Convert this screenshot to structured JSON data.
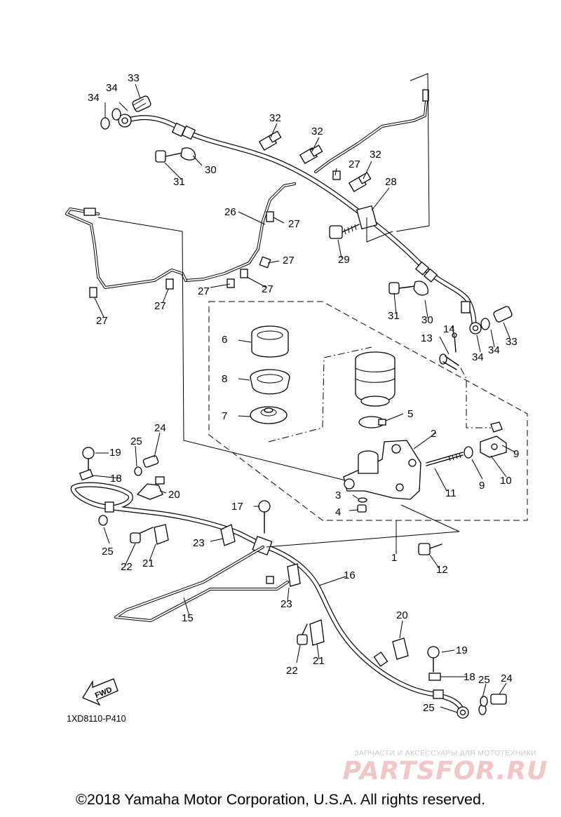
{
  "diagram": {
    "callouts": [
      {
        "id": "c1",
        "text": "1"
      },
      {
        "id": "c2",
        "text": "2"
      },
      {
        "id": "c3",
        "text": "3"
      },
      {
        "id": "c4",
        "text": "4"
      },
      {
        "id": "c5",
        "text": "5"
      },
      {
        "id": "c6",
        "text": "6"
      },
      {
        "id": "c7",
        "text": "7"
      },
      {
        "id": "c8",
        "text": "8"
      },
      {
        "id": "c9a",
        "text": "9"
      },
      {
        "id": "c9b",
        "text": "9"
      },
      {
        "id": "c10",
        "text": "10"
      },
      {
        "id": "c11",
        "text": "11"
      },
      {
        "id": "c12",
        "text": "12"
      },
      {
        "id": "c13",
        "text": "13"
      },
      {
        "id": "c14",
        "text": "14"
      },
      {
        "id": "c15",
        "text": "15"
      },
      {
        "id": "c16",
        "text": "16"
      },
      {
        "id": "c17",
        "text": "17"
      },
      {
        "id": "c18a",
        "text": "18"
      },
      {
        "id": "c18b",
        "text": "18"
      },
      {
        "id": "c19a",
        "text": "19"
      },
      {
        "id": "c19b",
        "text": "19"
      },
      {
        "id": "c20a",
        "text": "20"
      },
      {
        "id": "c20b",
        "text": "20"
      },
      {
        "id": "c21a",
        "text": "21"
      },
      {
        "id": "c21b",
        "text": "21"
      },
      {
        "id": "c22a",
        "text": "22"
      },
      {
        "id": "c22b",
        "text": "22"
      },
      {
        "id": "c23a",
        "text": "23"
      },
      {
        "id": "c23b",
        "text": "23"
      },
      {
        "id": "c24a",
        "text": "24"
      },
      {
        "id": "c24b",
        "text": "24"
      },
      {
        "id": "c25a",
        "text": "25"
      },
      {
        "id": "c25b",
        "text": "25"
      },
      {
        "id": "c25c",
        "text": "25"
      },
      {
        "id": "c25d",
        "text": "25"
      },
      {
        "id": "c26",
        "text": "26"
      },
      {
        "id": "c27a",
        "text": "27"
      },
      {
        "id": "c27b",
        "text": "27"
      },
      {
        "id": "c27c",
        "text": "27"
      },
      {
        "id": "c27d",
        "text": "27"
      },
      {
        "id": "c27e",
        "text": "27"
      },
      {
        "id": "c27f",
        "text": "27"
      },
      {
        "id": "c27g",
        "text": "27"
      },
      {
        "id": "c28",
        "text": "28"
      },
      {
        "id": "c29",
        "text": "29"
      },
      {
        "id": "c30a",
        "text": "30"
      },
      {
        "id": "c30b",
        "text": "30"
      },
      {
        "id": "c31a",
        "text": "31"
      },
      {
        "id": "c31b",
        "text": "31"
      },
      {
        "id": "c32a",
        "text": "32"
      },
      {
        "id": "c32b",
        "text": "32"
      },
      {
        "id": "c32c",
        "text": "32"
      },
      {
        "id": "c33a",
        "text": "33"
      },
      {
        "id": "c33b",
        "text": "33"
      },
      {
        "id": "c34a",
        "text": "34"
      },
      {
        "id": "c34b",
        "text": "34"
      },
      {
        "id": "c34c",
        "text": "34"
      },
      {
        "id": "c34d",
        "text": "34"
      }
    ],
    "fwd_label": "FWD",
    "drawing_code": "1XD8110-P410"
  },
  "watermark": {
    "tagline": "ЗАПЧАСТИ И АКСЕССУАРЫ ДЛЯ МОТОТЕХНИКИ",
    "logo_text": "PARTSFOR.RU"
  },
  "footer": {
    "copyright": "©2018 Yamaha Motor Corporation, U.S.A. All rights reserved."
  },
  "colors": {
    "line": "#000000",
    "background": "#ffffff",
    "watermark_logo": "#f3c6c6",
    "watermark_tag": "#c9c9c9"
  }
}
